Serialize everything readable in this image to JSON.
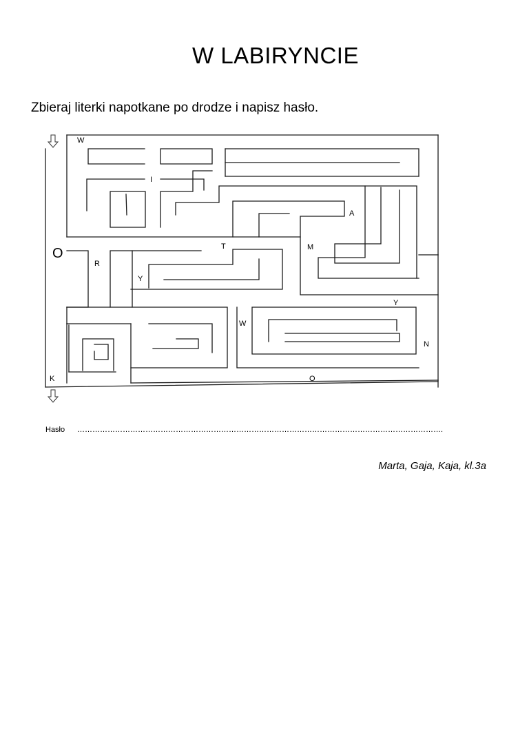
{
  "title": "W LABIRYNCIE",
  "instruction": "Zbieraj literki napotkane po drodze i napisz hasło.",
  "maze": {
    "entry_arrow": "down-arrow-icon",
    "exit_arrow": "down-arrow-icon",
    "letters": {
      "w1": "W",
      "i": "I",
      "a": "A",
      "o1": "O",
      "r": "R",
      "t": "T",
      "m": "M",
      "y1": "Y",
      "y2": "Y",
      "w2": "W",
      "n": "N",
      "k": "K",
      "o2": "O"
    }
  },
  "answer": {
    "label": "Hasło",
    "dots": "………………………………………………………………………………………………………………………………."
  },
  "authors": "Marta, Gaja, Kaja, kl.3a"
}
